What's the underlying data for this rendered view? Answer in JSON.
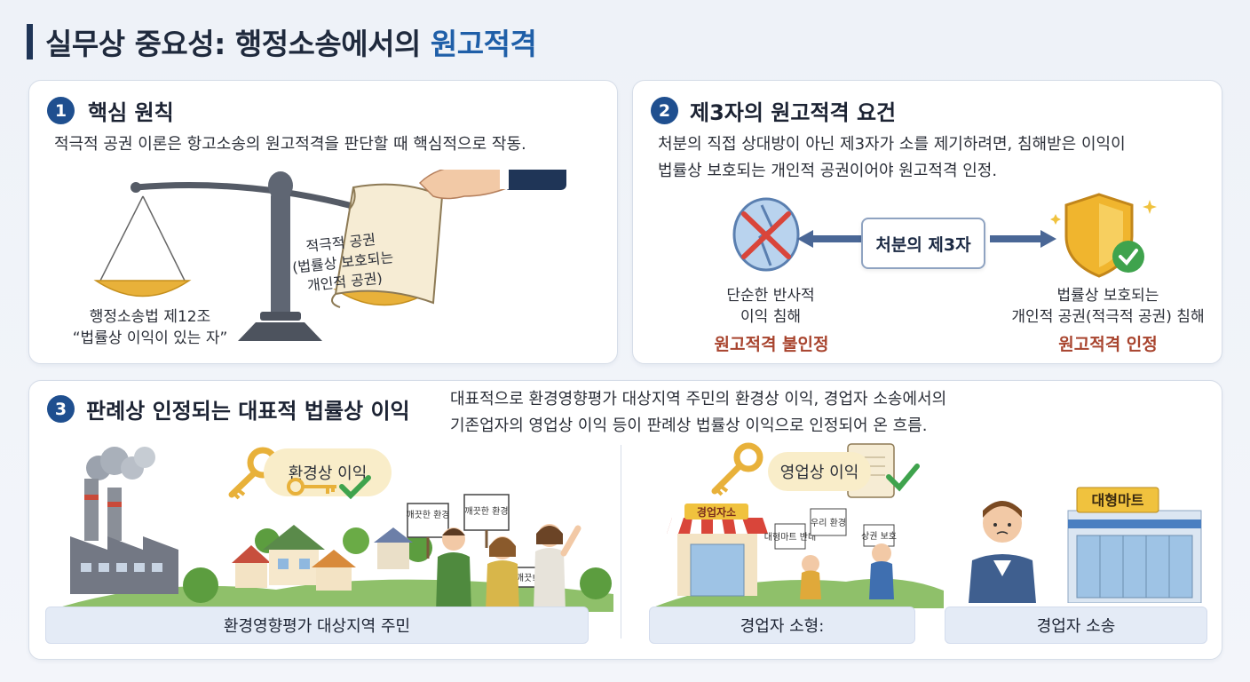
{
  "title": {
    "prefix": "실무상 중요성: 행정소송에서의",
    "accent": "원고적격"
  },
  "sections": [
    {
      "num": "1",
      "heading": "핵심 원칙",
      "desc": "적극적 공권 이론은 항고소송의 원고적격을 판단할 때 핵심적으로 작동.",
      "law_label": [
        "행정소송법 제12조",
        "“법률상 이익이 있는 자”"
      ],
      "scroll_label": [
        "적극적 공권",
        "(법률상 보호되는",
        "개인적 공권)"
      ]
    },
    {
      "num": "2",
      "heading": "제3자의 원고적격 요건",
      "desc": [
        "처분의 직접 상대방이 아닌 제3자가 소를 제기하려면, 침해받은 이익이",
        "법률상 보호되는 개인적 공권이어야 원고적격 인정."
      ],
      "center_box": "처분의 제3자",
      "left": {
        "label": [
          "단순한 반사적",
          "이익 침해"
        ],
        "result": "원고적격 불인정"
      },
      "right": {
        "label": [
          "법률상 보호되는",
          "개인적 공권(적극적 공권) 침해"
        ],
        "result": "원고적격 인정"
      }
    },
    {
      "num": "3",
      "heading": "판례상 인정되는 대표적 법률상 이익",
      "desc": [
        "대표적으로 환경영향평가 대상지역 주민의 환경상 이익, 경업자 소송에서의",
        "기존업자의 영업상 이익 등이 판례상 법률상 이익으로 인정되어 온 흐름."
      ],
      "env_pill": "환경상 이익",
      "biz_pill": "영업상 이익",
      "signs": [
        "깨끗한 환경",
        "깨끗한 환경",
        "깨끗!"
      ],
      "store_sign": "경업자소",
      "small_signs": [
        "대형마트 반대",
        "우리 환경",
        "상권 보호"
      ],
      "mart_sign": "대형마트",
      "bars": [
        "환경영향평가 대상지역 주민",
        "경업자 소형:",
        "경업자 소송"
      ]
    }
  ],
  "colors": {
    "navy": "#1f4f8f",
    "accent": "#1f5fa8",
    "red": "#a8442e",
    "gold": "#e8b13a",
    "green": "#3fa34d"
  }
}
